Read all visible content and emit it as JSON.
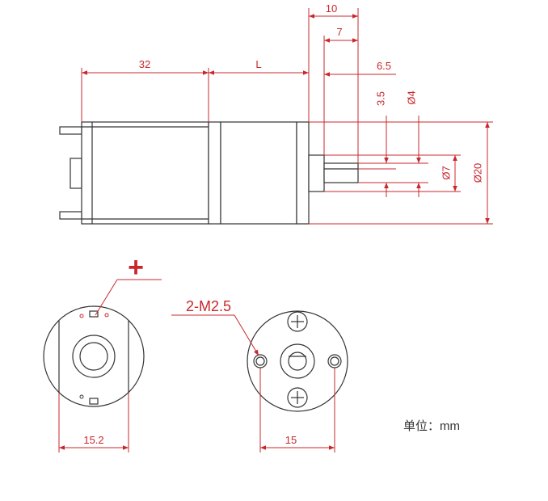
{
  "dimensions": {
    "motor_length": "32",
    "gearbox_length": "L",
    "shaft_extension": "10",
    "shaft_length": "7",
    "flat_length": "6.5",
    "flat_depth": "3.5",
    "shaft_diameter": "Ø4",
    "boss_diameter": "Ø7",
    "body_diameter": "Ø20",
    "terminal_spacing": "15.2",
    "hole_spacing": "15"
  },
  "callouts": {
    "polarity": "+",
    "mount_holes": "2-M2.5"
  },
  "unit_label": "单位：mm",
  "colors": {
    "dimension": "#c8282d",
    "outline": "#333333"
  }
}
